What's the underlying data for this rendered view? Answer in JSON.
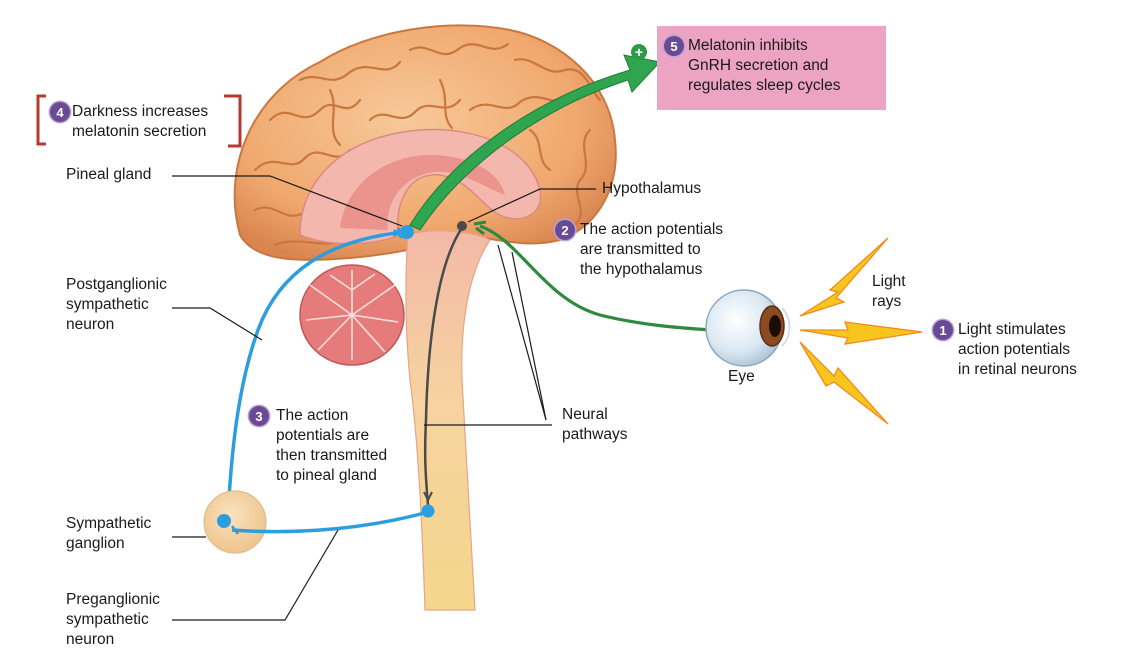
{
  "labels": {
    "pineal_gland": "Pineal gland",
    "hypothalamus": "Hypothalamus",
    "postganglionic": "Postganglionic\nsympathetic\nneuron",
    "sympathetic_ganglion": "Sympathetic\nganglion",
    "preganglionic": "Preganglionic\nsympathetic\nneuron",
    "neural_pathways": "Neural\npathways",
    "eye": "Eye",
    "light_rays": "Light\nrays"
  },
  "steps": [
    {
      "num": "1",
      "text": "Light stimulates\naction potentials\nin retinal neurons"
    },
    {
      "num": "2",
      "text": "The action potentials\nare transmitted to\nthe hypothalamus"
    },
    {
      "num": "3",
      "text": "The action\npotentials are\nthen transmitted\nto pineal gland"
    },
    {
      "num": "4",
      "text": "Darkness increases\nmelatonin secretion"
    },
    {
      "num": "5",
      "text": "Melatonin inhibits\nGnRH secretion and\nregulates sleep cycles"
    }
  ],
  "plus_symbol": "+",
  "colors": {
    "neuron_blue": "#2c9ee0",
    "pathway_green": "#2e8a3e",
    "arrow_green": "#2fa550",
    "callout_pink": "#eda3c3",
    "step_purple": "#6a4a94",
    "bracket_red": "#b33a2e",
    "light_yellow": "#f7c51e",
    "light_orange": "#f38a1d"
  }
}
